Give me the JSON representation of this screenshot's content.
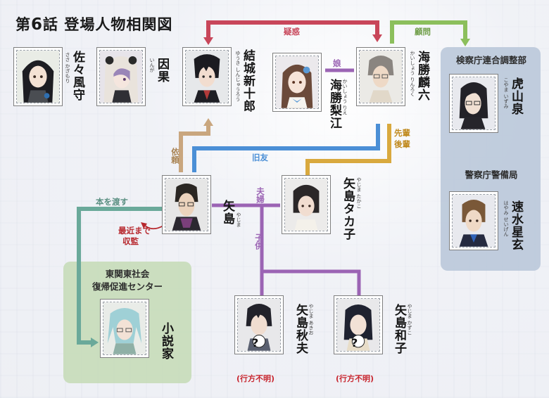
{
  "title": {
    "episode": "第",
    "number": "6",
    "suffix": "話",
    "main": "登場人物相関図"
  },
  "groups": {
    "police_agency": "検察庁連合調整部",
    "police_security": "警察庁警備局",
    "rehab_center_line1": "東関東社会",
    "rehab_center_line2": "復帰促進センター"
  },
  "characters": {
    "sasa": {
      "name": "佐々風守",
      "ruby": "ささ かざもり"
    },
    "inga": {
      "name": "因果",
      "ruby": "いんが"
    },
    "yuki": {
      "name": "結城新十郎",
      "ruby": "ゆうき しんじゅうろう"
    },
    "rie": {
      "name": "海勝梨江",
      "ruby": "かいしょう りえ"
    },
    "rinroku": {
      "name": "海勝麟六",
      "ruby": "かいしょう りんろく"
    },
    "koyama": {
      "name": "虎山泉",
      "ruby": "こやま いずみ"
    },
    "hayami": {
      "name": "速水星玄",
      "ruby": "はやみ せいげん"
    },
    "yajima": {
      "name": "矢島",
      "ruby": "やじま"
    },
    "takako": {
      "name": "矢島タカ子",
      "ruby": "やじま たかこ"
    },
    "novelist": {
      "name": "小説家",
      "ruby": ""
    },
    "akio": {
      "name": "矢島秋夫",
      "ruby": "やじま あきお"
    },
    "kazuko": {
      "name": "矢島和子",
      "ruby": "やじま かずこ"
    }
  },
  "relations": {
    "suspicion": "疑惑",
    "daughter": "娘",
    "advisor": "顧問",
    "senior_junior_1": "先輩",
    "senior_junior_2": "後輩",
    "old_friend": "旧友",
    "request": "依頼",
    "couple": "夫婦",
    "children": "子供",
    "hand_over": "本を渡す",
    "recently_confined_1": "最近まで",
    "recently_confined_2": "収監"
  },
  "status": {
    "missing": "(行方不明)"
  },
  "colors": {
    "pink": "#c8465a",
    "purple": "#9b64b4",
    "green": "#8cbf5c",
    "tan": "#c9a67e",
    "blue": "#4b8fd6",
    "gold": "#d9a93e",
    "teal": "#6aa99a",
    "red": "#b7272d"
  }
}
